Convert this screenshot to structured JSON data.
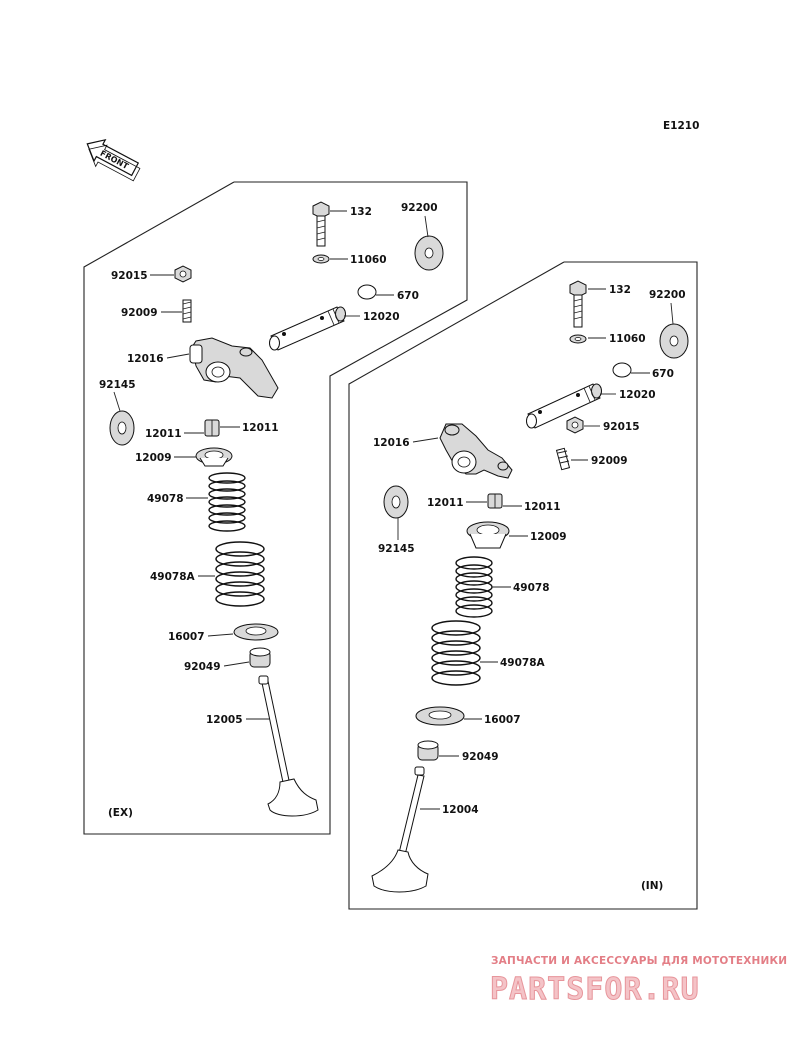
{
  "diagram_code": "E1210",
  "front_label": "FRONT",
  "ex": {
    "section_label": "(EX)",
    "labels": {
      "p132": "132",
      "p92200": "92200",
      "p92015": "92015",
      "p11060": "11060",
      "p670": "670",
      "p92009": "92009",
      "p12020": "12020",
      "p12016": "12016",
      "p92145": "92145",
      "p12011a": "12011",
      "p12011b": "12011",
      "p12009": "12009",
      "p49078": "49078",
      "p49078A": "49078A",
      "p16007": "16007",
      "p92049": "92049",
      "p12005": "12005"
    }
  },
  "in": {
    "section_label": "(IN)",
    "labels": {
      "p132": "132",
      "p92200": "92200",
      "p11060": "11060",
      "p670": "670",
      "p12020": "12020",
      "p92015": "92015",
      "p12016": "12016",
      "p92009": "92009",
      "p12011a": "12011",
      "p12011b": "12011",
      "p92145": "92145",
      "p12009": "12009",
      "p49078": "49078",
      "p49078A": "49078A",
      "p16007": "16007",
      "p92049": "92049",
      "p12004": "12004"
    }
  },
  "watermark": {
    "tagline": "ЗАПЧАСТИ И АКСЕССУАРЫ ДЛЯ МОТОТЕХНИКИ",
    "site": "PARTSFOR.RU"
  }
}
